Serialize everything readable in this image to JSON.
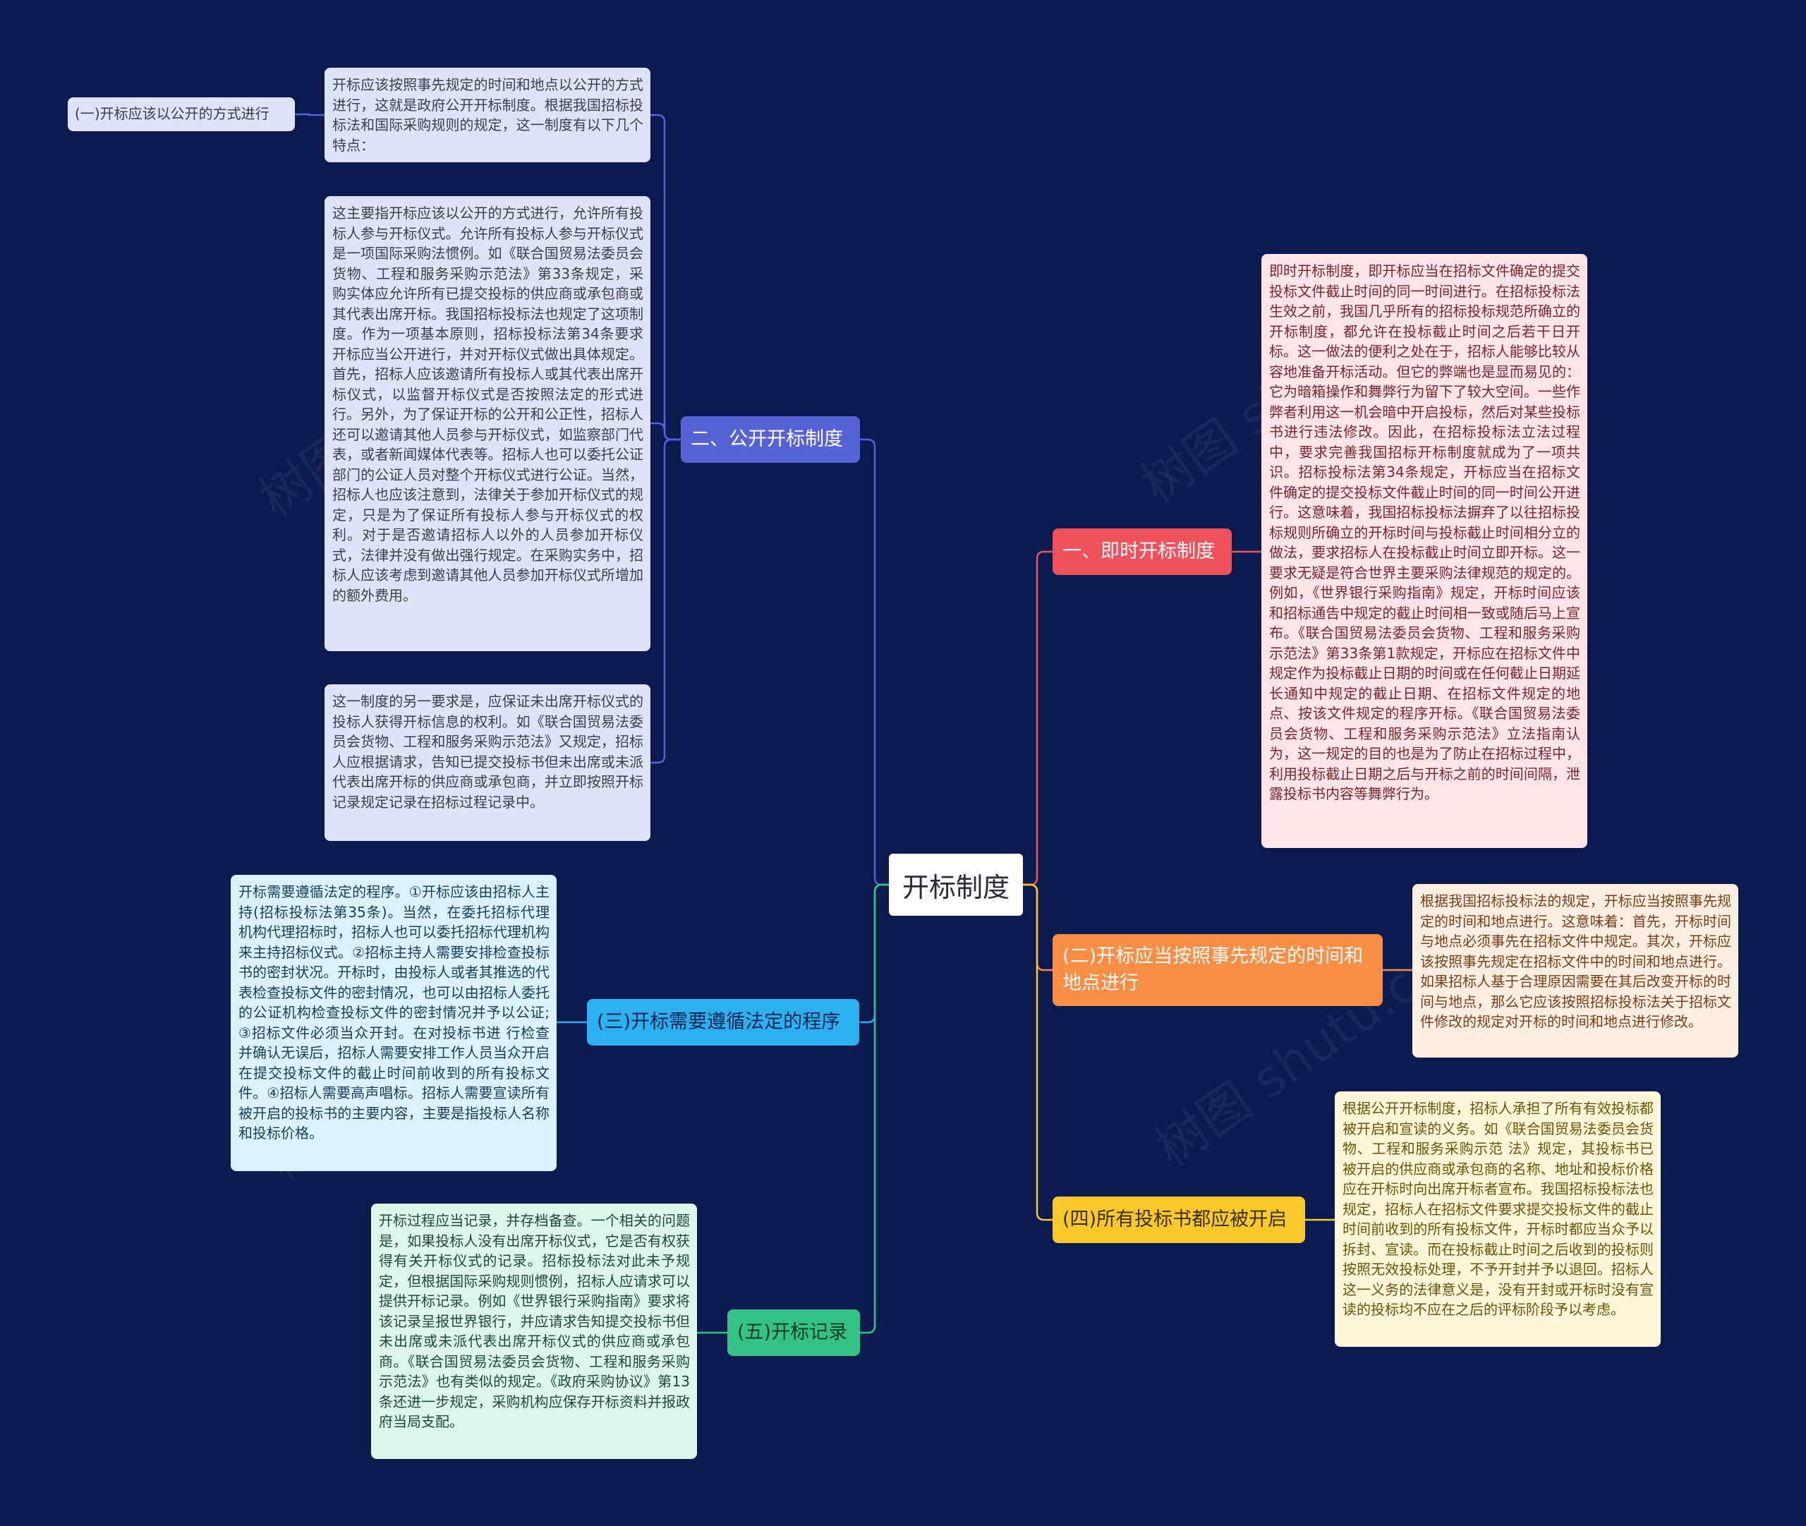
{
  "colors": {
    "background": "#0b1a4f",
    "blue": "#5663d6",
    "red": "#f0525b",
    "orange": "#fb8e45",
    "yellow": "#f9c82a",
    "cyan": "#2db0ef",
    "green": "#34c386",
    "leaf_lavender": "#dfe3f8",
    "leaf_pink": "#fde4e6",
    "leaf_peach": "#feeee2",
    "leaf_cream": "#fdf6d9",
    "leaf_sky": "#d9f2fd",
    "leaf_mint": "#dcf6ea"
  },
  "root": {
    "label": "开标制度"
  },
  "branches": {
    "b2": {
      "label": "二、公开开标制度"
    },
    "b1": {
      "label": "一、即时开标制度"
    },
    "bb2": {
      "label": "(二)开标应当按照事先规定的时间和地点进行"
    },
    "b4": {
      "label": "(四)所有投标书都应被开启"
    },
    "b3": {
      "label": "(三)开标需要遵循法定的程序"
    },
    "b5": {
      "label": "(五)开标记录"
    }
  },
  "leaves": {
    "b2_intro": "开标应该按照事先规定的时间和地点以公开的方式进行，这就是政府公开开标制度。根据我国招标投标法和国际采购规则的规定，这一制度有以下几个特点：",
    "b2_sub": "(一)开标应该以公开的方式进行",
    "b2_detail": "这主要指开标应该以公开的方式进行，允许所有投标人参与开标仪式。允许所有投标人参与开标仪式是一项国际采购法惯例。如《联合国贸易法委员会货物、工程和服务采购示范法》第33条规定，采购实体应允许所有已提交投标的供应商或承包商或其代表出席开标。我国招标投标法也规定了这项制度。作为一项基本原则，招标投标法第34条要求开标应当公开进行，并对开标仪式做出具体规定。首先，招标人应该邀请所有投标人或其代表出席开标仪式，以监督开标仪式是否按照法定的形式进行。另外，为了保证开标的公开和公正性，招标人还可以邀请其他人员参与开标仪式，如监察部门代表，或者新闻媒体代表等。招标人也可以委托公证部门的公证人员对整个开标仪式进行公证。当然，招标人也应该注意到，法律关于参加开标仪式的规定，只是为了保证所有投标人参与开标仪式的权利。对于是否邀请招标人以外的人员参加开标仪式，法律并没有做出强行规定。在采购实务中，招标人应该考虑到邀请其他人员参加开标仪式所增加的额外费用。",
    "b2_other": "这一制度的另一要求是，应保证未出席开标仪式的投标人获得开标信息的权利。如《联合国贸易法委员会货物、工程和服务采购示范法》又规定，招标人应根据请求，告知已提交投标书但未出席或未派代表出席开标的供应商或承包商，并立即按照开标记录规定记录在招标过程记录中。",
    "b1_detail": "即时开标制度，即开标应当在招标文件确定的提交投标文件截止时间的同一时间进行。在招标投标法生效之前，我国几乎所有的招标投标规范所确立的开标制度，都允许在投标截止时间之后若干日开标。这一做法的便利之处在于，招标人能够比较从容地准备开标活动。但它的弊端也是显而易见的：它为暗箱操作和舞弊行为留下了较大空间。一些作弊者利用这一机会暗中开启投标，然后对某些投标书进行违法修改。因此，在招标投标法立法过程中，要求完善我国招标开标制度就成为了一项共识。招标投标法第34条规定，开标应当在招标文件确定的提交投标文件截止时间的同一时间公开进行。这意味着，我国招标投标法摒弃了以往招标投标规则所确立的开标时间与投标截止时间相分立的做法，要求招标人在投标截止时间立即开标。这一要求无疑是符合世界主要采购法律规范的规定的。例如，《世界银行采购指南》规定，开标时间应该和招标通告中规定的截止时间相一致或随后马上宣布。《联合国贸易法委员会货物、工程和服务采购示范法》第33条第1款规定，开标应在招标文件中规定作为投标截止日期的时间或在任何截止日期延长通知中规定的截止日期、在招标文件规定的地点、按该文件规定的程序开标。《联合国贸易法委员会货物、工程和服务采购示范法》立法指南认为，这一规定的目的也是为了防止在招标过程中，利用投标截止日期之后与开标之前的时间间隔，泄露投标书内容等舞弊行为。",
    "bb2_detail": "根据我国招标投标法的规定，开标应当按照事先规定的时间和地点进行。这意味着：首先，开标时间与地点必须事先在招标文件中规定。其次，开标应该按照事先规定在招标文件中的时间和地点进行。如果招标人基于合理原因需要在其后改变开标的时间与地点，那么它应该按照招标投标法关于招标文件修改的规定对开标的时间和地点进行修改。",
    "b4_detail": "根据公开开标制度，招标人承担了所有有效投标都被开启和宣读的义务。如《联合国贸易法委员会货物、工程和服务采购示范 法》规定，其投标书已被开启的供应商或承包商的名称、地址和投标价格应在开标时向出席开标者宣布。我国招标投标法也规定，招标人在招标文件要求提交投标文件的截止时间前收到的所有投标文件，开标时都应当众予以拆封、宣读。而在投标截止时间之后收到的投标则按照无效投标处理，不予开封并予以退回。招标人这一义务的法律意义是，没有开封或开标时没有宣读的投标均不应在之后的评标阶段予以考虑。",
    "b3_detail": "开标需要遵循法定的程序。①开标应该由招标人主持(招标投标法第35条)。当然，在委托招标代理机构代理招标时，招标人也可以委托招标代理机构来主持招标仪式。②招标主持人需要安排检查投标书的密封状况。开标时，由投标人或者其推选的代表检查投标文件的密封情况，也可以由招标人委托的公证机构检查投标文件的密封情况并予以公证;③招标文件必须当众开封。在对投标书进 行检查并确认无误后，招标人需要安排工作人员当众开启在提交投标文件的截止时间前收到的所有投标文件。④招标人需要高声唱标。招标人需要宣读所有被开启的投标书的主要内容，主要是指投标人名称和投标价格。",
    "b5_detail": "开标过程应当记录，并存档备查。一个相关的问题是，如果投标人没有出席开标仪式，它是否有权获得有关开标仪式的记录。招标投标法对此未予规定，但根据国际采购规则惯例，招标人应请求可以提供开标记录。例如《世界银行采购指南》要求将该记录呈报世界银行，并应请求告知提交投标书但未出席或未派代表出席开标仪式的供应商或承包商。《联合国贸易法委员会货物、工程和服务采购示范法》也有类似的规定。《政府采购协议》第13条还进一步规定，采购机构应保存开标资料并报政府当局支配。"
  }
}
